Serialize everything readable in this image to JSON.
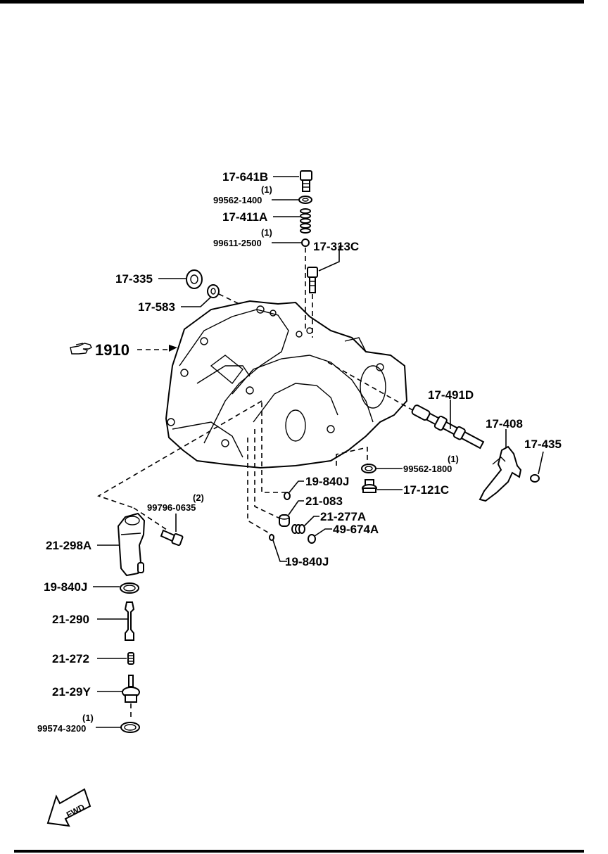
{
  "labels": {
    "p_17_641B": "17-641B",
    "q_99562_1400": "(1)",
    "p_99562_1400": "99562-1400",
    "p_17_411A": "17-411A",
    "q_99611_2500": "(1)",
    "p_99611_2500": "99611-2500",
    "p_17_313C": "17-313C",
    "p_17_335": "17-335",
    "p_17_583": "17-583",
    "p_1910": "1910",
    "p_17_491D": "17-491D",
    "p_17_408": "17-408",
    "p_17_435": "17-435",
    "q_99562_1800": "(1)",
    "p_99562_1800": "99562-1800",
    "p_17_121C": "17-121C",
    "p_19_840J_a": "19-840J",
    "p_21_083": "21-083",
    "p_21_277A": "21-277A",
    "p_49_674A": "49-674A",
    "p_19_840J_b": "19-840J",
    "q_99796_0635": "(2)",
    "p_99796_0635": "99796-0635",
    "p_21_298A": "21-298A",
    "p_19_840J_c": "19-840J",
    "p_21_290": "21-290",
    "p_21_272": "21-272",
    "p_21_29Y": "21-29Y",
    "q_99574_3200": "(1)",
    "p_99574_3200": "99574-3200",
    "fwd": "FWD"
  },
  "icons": {
    "main_assembly": "pointing-hand-icon",
    "direction": "fwd-arrow-icon"
  }
}
